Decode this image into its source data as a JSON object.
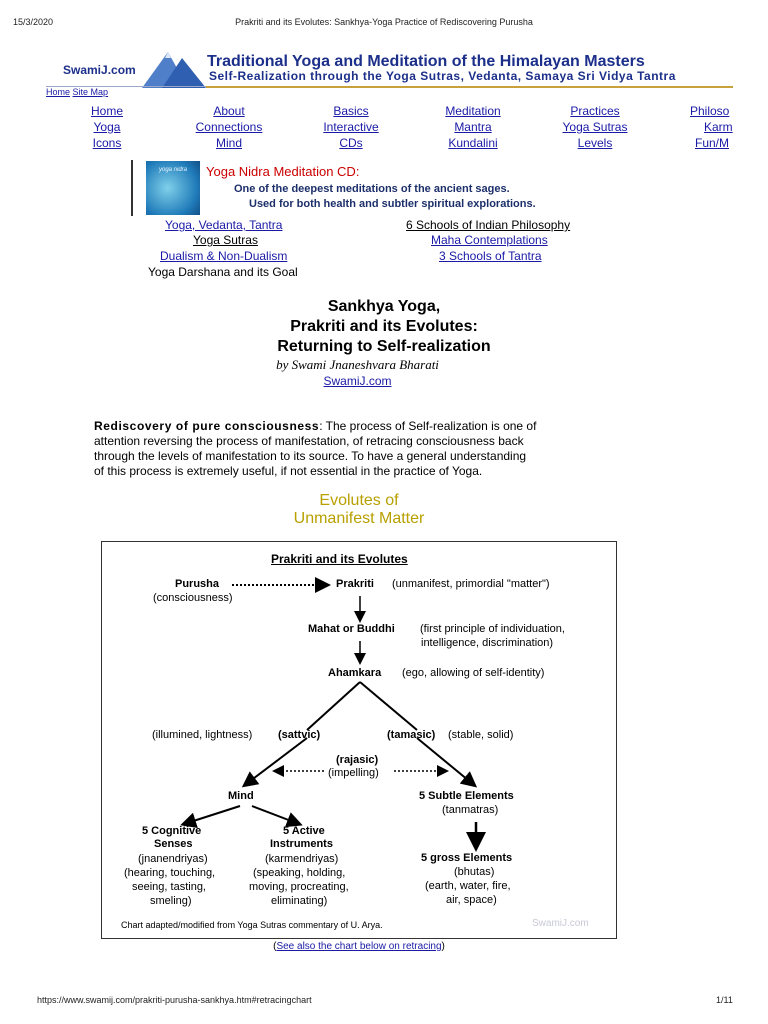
{
  "print_header": {
    "date": "15/3/2020",
    "title": "Prakriti and its Evolutes: Sankhya-Yoga Practice of Rediscovering Purusha"
  },
  "print_footer": {
    "url": "https://www.swamij.com/prakriti-purusha-sankhya.htm#retracingchart",
    "page": "1/11"
  },
  "banner": {
    "site_name": "SwamiJ.com",
    "title": "Traditional Yoga and Meditation of the Himalayan Masters",
    "subtitle": "Self-Realization through the Yoga Sutras, Vedanta, Samaya Sri Vidya Tantra"
  },
  "top_links": {
    "home": "Home",
    "site_map": "Site Map"
  },
  "nav": [
    [
      "Home",
      "About",
      "Basics",
      "Meditation",
      "Practices",
      "Philoso"
    ],
    [
      "Yoga",
      "Connections",
      "Interactive",
      "Mantra",
      "Yoga Sutras",
      "Karm"
    ],
    [
      "Icons",
      "Mind",
      "CDs",
      "Kundalini",
      "Levels",
      "Fun/M"
    ]
  ],
  "cd_promo": {
    "image_text": "yoga nidra",
    "title": "Yoga Nidra Meditation CD:",
    "line1": "One of the deepest meditations of the ancient sages.",
    "line2": "Used for both health and subtler spiritual explorations."
  },
  "section_links": {
    "left": [
      "Yoga, Vedanta, Tantra",
      "Yoga Sutras",
      "Dualism & Non-Dualism",
      "Yoga Darshana and its Goal"
    ],
    "right": [
      "6 Schools of Indian Philosophy",
      "Maha Contemplations",
      "3 Schools of Tantra"
    ]
  },
  "article": {
    "title_line1": "Sankhya Yoga,",
    "title_line2": "Prakriti and its Evolutes:",
    "title_line3": "Returning to Self-realization",
    "byline": "by Swami Jnaneshvara Bharati",
    "byline_link": "SwamiJ.com",
    "lead_bold": "Rediscovery of pure consciousness",
    "lead_line1": ": The process of Self-realization is one of",
    "lead_line2": "attention reversing the process of manifestation, of retracing consciousness back",
    "lead_line3": "through the levels of manifestation to its source. To have a general understanding",
    "lead_line4": "of this process is extremely useful, if not essential in the practice of Yoga.",
    "section_heading_1": "Evolutes of",
    "section_heading_2": "Unmanifest Matter"
  },
  "diagram": {
    "title": "Prakriti and its Evolutes",
    "purusha": "Purusha",
    "purusha_note": "(consciousness)",
    "prakriti": "Prakriti",
    "prakriti_note": "(unmanifest, primordial \"matter\")",
    "mahat": "Mahat or Buddhi",
    "mahat_note1": "(first principle of individuation,",
    "mahat_note2": "intelligence, discrimination)",
    "ahamkara": "Ahamkara",
    "ahamkara_note": "(ego, allowing of self-identity)",
    "sattvic_note": "(illumined, lightness)",
    "sattvic": "(sattvic)",
    "tamasic": "(tamasic)",
    "tamasic_note": "(stable, solid)",
    "rajasic": "(rajasic)",
    "rajasic_note": "(impelling)",
    "mind": "Mind",
    "subtle": "5 Subtle Elements",
    "subtle_note": "(tanmatras)",
    "cog1": "5 Cognitive",
    "cog2": "Senses",
    "cog3": "(jnanendriyas)",
    "cog4": "(hearing, touching,",
    "cog5": "seeing, tasting,",
    "cog6": "smeling)",
    "act1": "5 Active",
    "act2": "Instruments",
    "act3": "(karmendriyas)",
    "act4": "(speaking, holding,",
    "act5": "moving, procreating,",
    "act6": "eliminating)",
    "gross": "5 gross Elements",
    "gross_note1": "(bhutas)",
    "gross_note2": "(earth, water, fire,",
    "gross_note3": "air, space)",
    "credit": "Chart adapted/modified from Yoga Sutras commentary of U. Arya.",
    "watermark": "SwamiJ.com"
  },
  "see_also": {
    "open": "(",
    "link": "See also the chart below on retracing",
    "close": ")"
  },
  "colors": {
    "link": "#1a1aa6",
    "heading_gold": "#b8a000",
    "banner_blue": "#1c2f8a",
    "promo_red": "#cc0000"
  }
}
